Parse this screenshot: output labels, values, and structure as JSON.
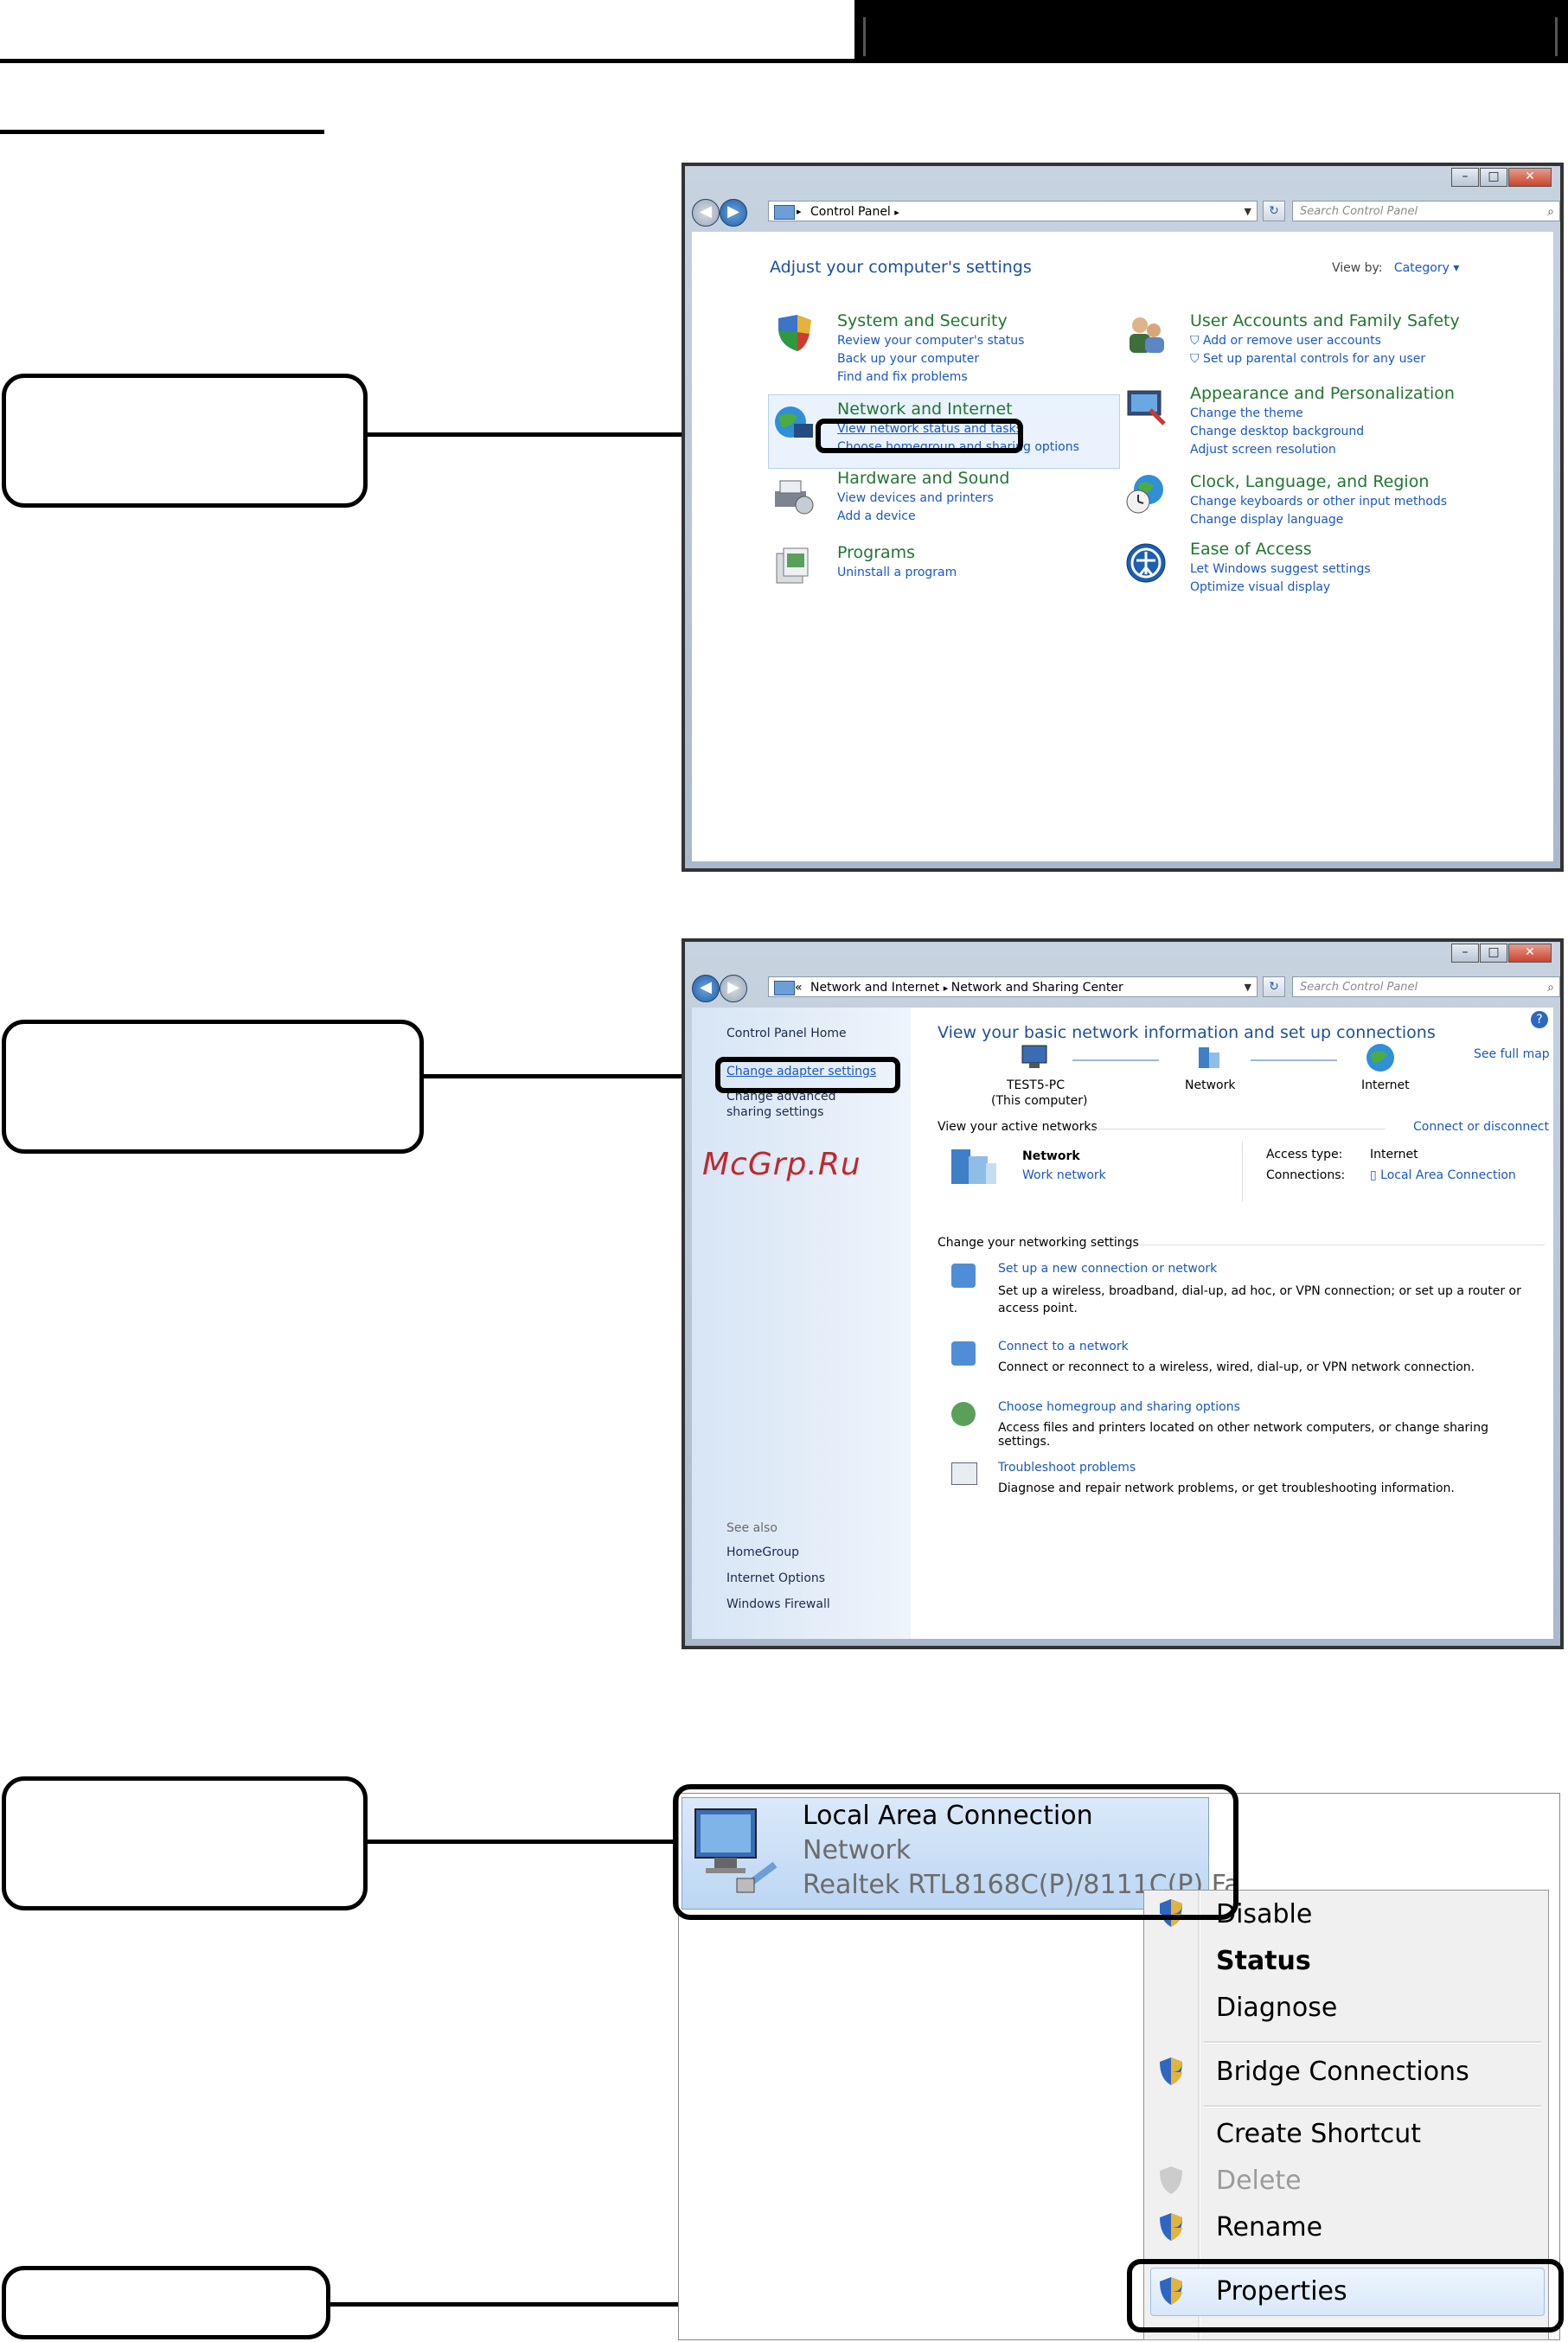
{
  "control_panel": {
    "breadcrumb": "Control Panel",
    "search_placeholder": "Search Control Panel",
    "title": "Adjust your computer's settings",
    "view_by_label": "View by:",
    "view_by_value": "Category",
    "left": [
      {
        "head": "System and Security",
        "links": [
          "Review your computer's status",
          "Back up your computer",
          "Find and fix problems"
        ]
      },
      {
        "head": "Network and Internet",
        "links": [
          "View network status and tasks",
          "Choose homegroup and sharing options"
        ]
      },
      {
        "head": "Hardware and Sound",
        "links": [
          "View devices and printers",
          "Add a device"
        ]
      },
      {
        "head": "Programs",
        "links": [
          "Uninstall a program"
        ]
      }
    ],
    "right": [
      {
        "head": "User Accounts and Family Safety",
        "links": [
          "Add or remove user accounts",
          "Set up parental controls for any user"
        ]
      },
      {
        "head": "Appearance and Personalization",
        "links": [
          "Change the theme",
          "Change desktop background",
          "Adjust screen resolution"
        ]
      },
      {
        "head": "Clock, Language, and Region",
        "links": [
          "Change keyboards or other input methods",
          "Change display language"
        ]
      },
      {
        "head": "Ease of Access",
        "links": [
          "Let Windows suggest settings",
          "Optimize visual display"
        ]
      }
    ]
  },
  "network_center": {
    "breadcrumb_1": "Network and Internet",
    "breadcrumb_2": "Network and Sharing Center",
    "search_placeholder": "Search Control Panel",
    "nav_home": "Control Panel Home",
    "nav_adapter": "Change adapter settings",
    "nav_advanced": "Change advanced sharing settings",
    "see_also": "See also",
    "see_also_items": [
      "HomeGroup",
      "Internet Options",
      "Windows Firewall"
    ],
    "title": "View your basic network information and set up connections",
    "see_full_map": "See full map",
    "map_pc": "TEST5-PC",
    "map_pc_sub": "(This computer)",
    "map_network": "Network",
    "map_internet": "Internet",
    "active_label": "View your active networks",
    "connect_disconnect": "Connect or disconnect",
    "net_name": "Network",
    "net_type": "Work network",
    "access_type_label": "Access type:",
    "access_type_value": "Internet",
    "connections_label": "Connections:",
    "connections_value": "Local Area Connection",
    "change_label": "Change your networking settings",
    "tasks": [
      {
        "link": "Set up a new connection or network",
        "desc": "Set up a wireless, broadband, dial-up, ad hoc, or VPN connection; or set up a router or access point."
      },
      {
        "link": "Connect to a network",
        "desc": "Connect or reconnect to a wireless, wired, dial-up, or VPN network connection."
      },
      {
        "link": "Choose homegroup and sharing options",
        "desc": "Access files and printers located on other network computers, or change sharing settings."
      },
      {
        "link": "Troubleshoot problems",
        "desc": "Diagnose and repair network problems, or get troubleshooting information."
      }
    ]
  },
  "watermark": "McGrp.Ru",
  "adapter": {
    "name": "Local Area Connection",
    "status": "Network",
    "device": "Realtek RTL8168C(P)/8111C(P) Fa",
    "menu": {
      "disable": "Disable",
      "status": "Status",
      "diagnose": "Diagnose",
      "bridge": "Bridge Connections",
      "shortcut": "Create Shortcut",
      "delete": "Delete",
      "rename": "Rename",
      "properties": "Properties"
    }
  }
}
